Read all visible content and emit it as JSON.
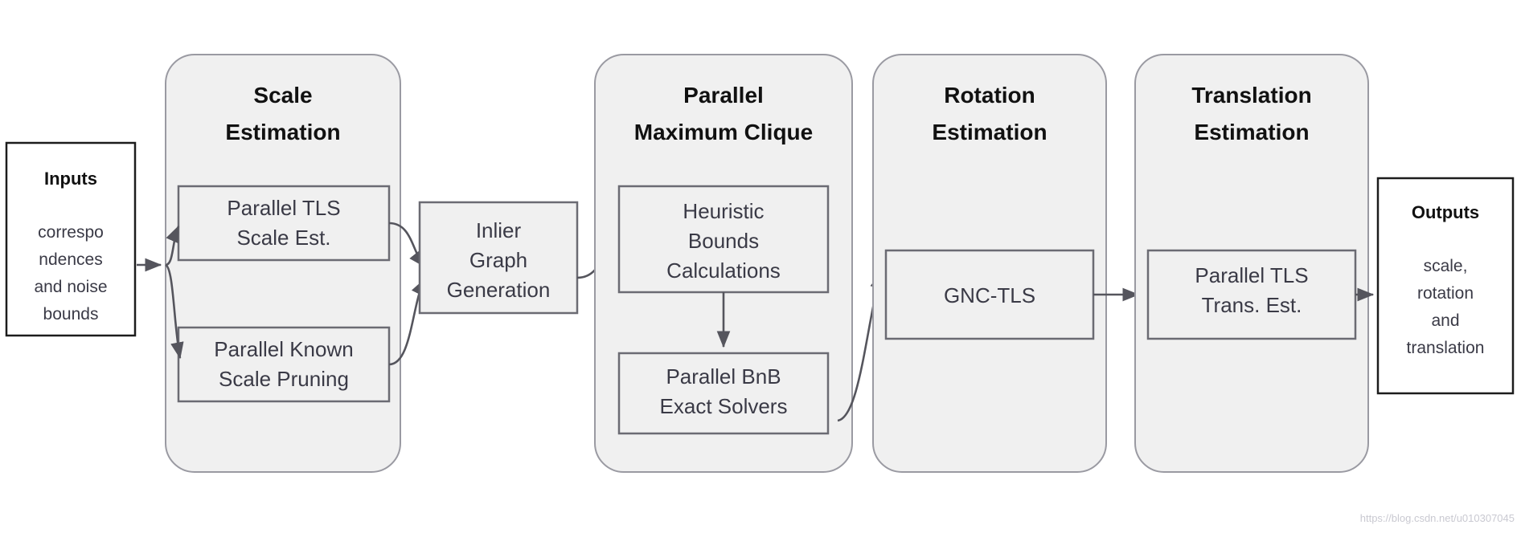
{
  "diagram": {
    "title": "TEASER++ pipeline block diagram",
    "colors": {
      "stage_fill": "#f0f0f0",
      "stage_stroke": "#9a9aa2",
      "inner_stroke": "#6b6b73",
      "io_stroke": "#1c1c1c",
      "arrow": "#55555d",
      "title_text": "#111111",
      "body_text": "#3a3a46",
      "watermark": "#c9c9d1"
    },
    "inputs": {
      "name": "inputs-block",
      "title": "Inputs",
      "body_lines": [
        "correspo",
        "ndences",
        "and noise",
        "bounds"
      ]
    },
    "outputs": {
      "name": "outputs-block",
      "title": "Outputs",
      "body_lines": [
        "scale,",
        "rotation",
        "and",
        "translation"
      ]
    },
    "stages": [
      {
        "id": "scale-estimation",
        "title_lines": [
          "Scale",
          "Estimation"
        ],
        "boxes": [
          {
            "id": "parallel-tls-scale-est",
            "lines": [
              "Parallel TLS",
              "Scale Est."
            ]
          },
          {
            "id": "parallel-known-scale-pruning",
            "lines": [
              "Parallel Known",
              "Scale Pruning"
            ]
          }
        ]
      },
      {
        "id": "inlier-graph-generation",
        "title_lines": [],
        "boxes": [
          {
            "id": "inlier-graph-generation-box",
            "lines": [
              "Inlier",
              "Graph",
              "Generation"
            ]
          }
        ]
      },
      {
        "id": "parallel-maximum-clique",
        "title_lines": [
          "Parallel",
          "Maximum Clique"
        ],
        "boxes": [
          {
            "id": "heuristic-bounds-calculations",
            "lines": [
              "Heuristic",
              "Bounds",
              "Calculations"
            ]
          },
          {
            "id": "parallel-bnb-exact-solvers",
            "lines": [
              "Parallel BnB",
              "Exact Solvers"
            ]
          }
        ]
      },
      {
        "id": "rotation-estimation",
        "title_lines": [
          "Rotation",
          "Estimation"
        ],
        "boxes": [
          {
            "id": "gnc-tls",
            "lines": [
              "GNC-TLS"
            ]
          }
        ]
      },
      {
        "id": "translation-estimation",
        "title_lines": [
          "Translation",
          "Estimation"
        ],
        "boxes": [
          {
            "id": "parallel-tls-trans-est",
            "lines": [
              "Parallel TLS",
              "Trans. Est."
            ]
          }
        ]
      }
    ],
    "watermark": "https://blog.csdn.net/u010307045"
  }
}
